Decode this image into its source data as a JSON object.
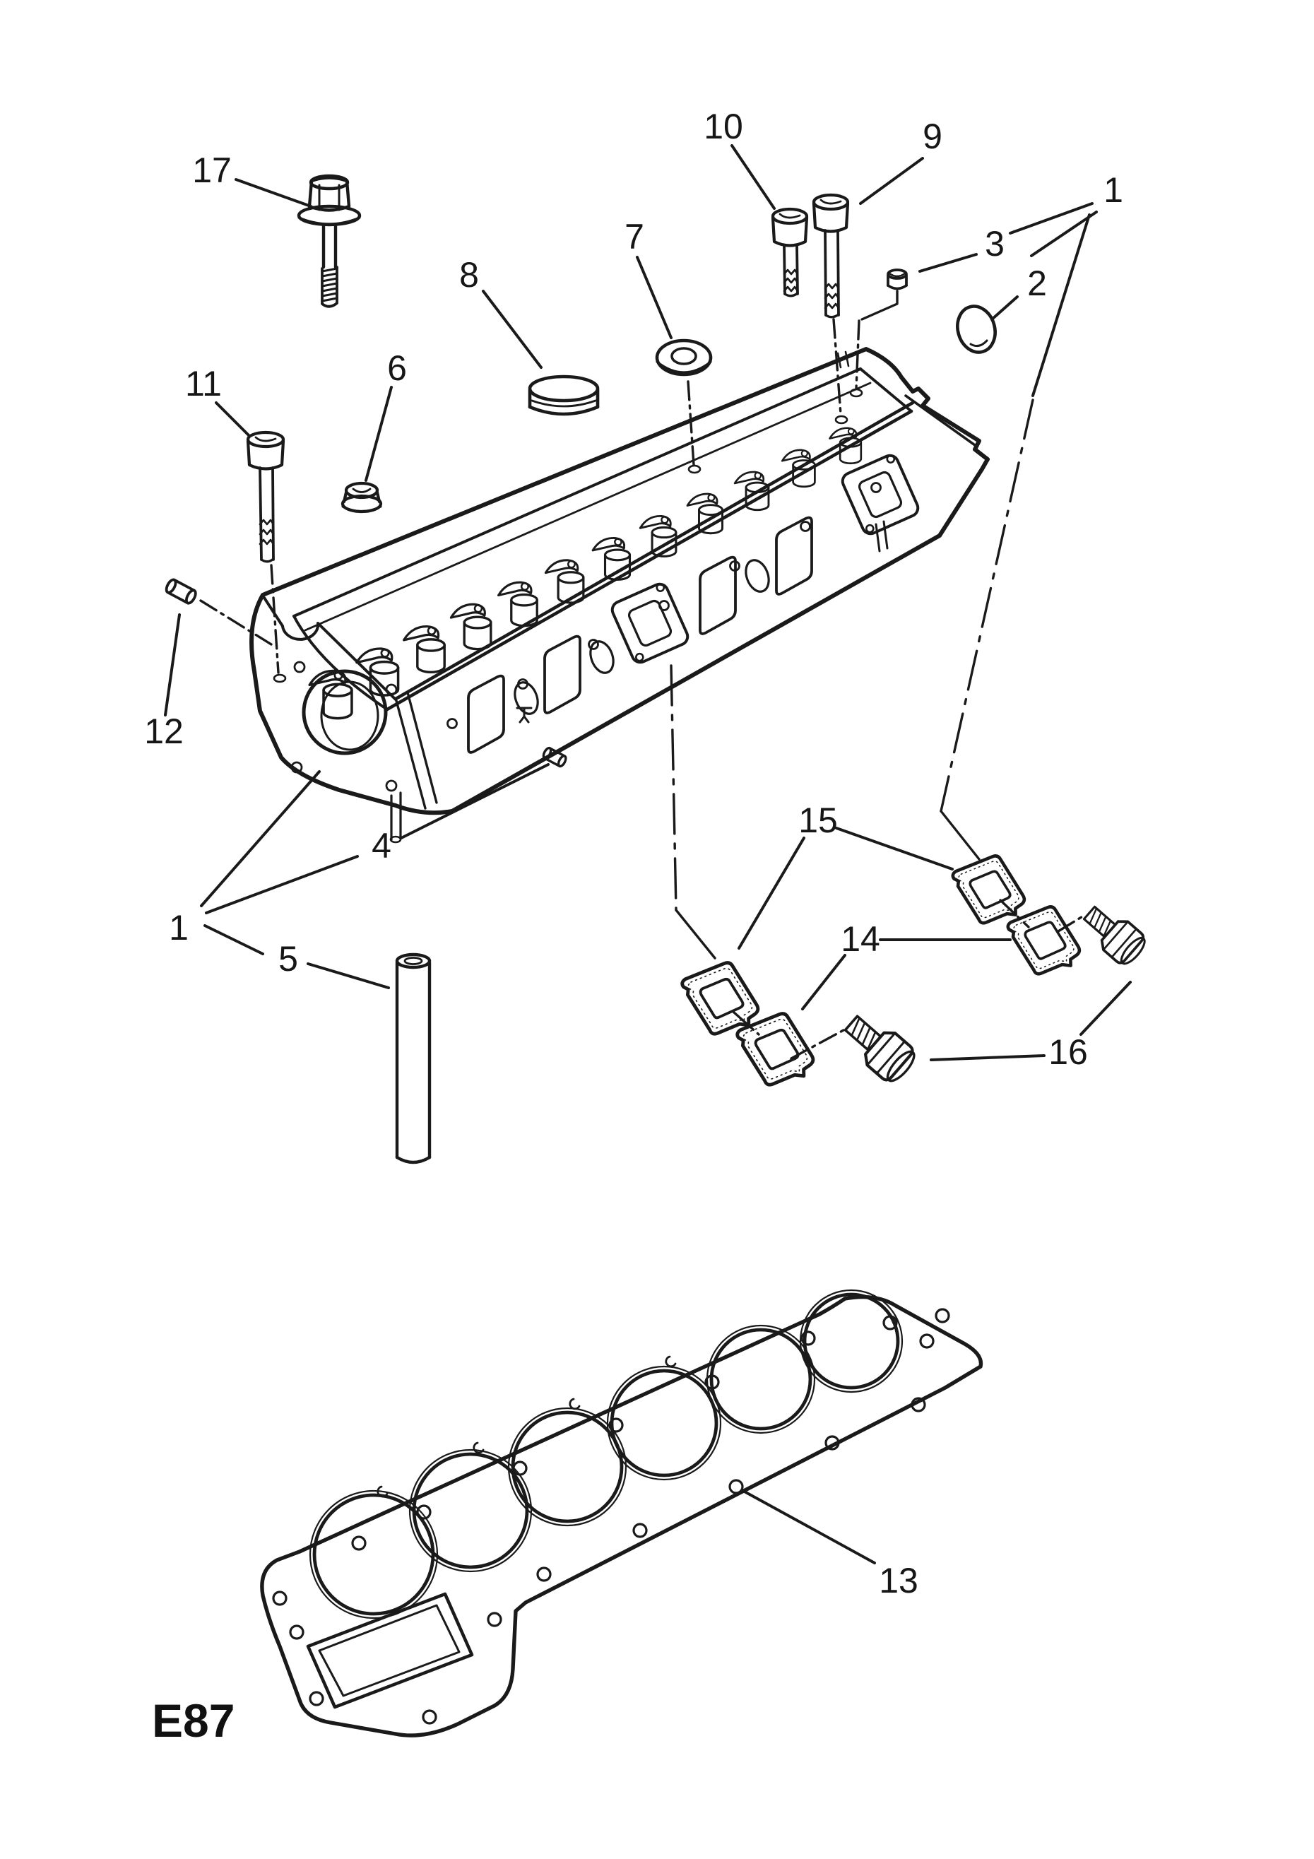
{
  "figure": {
    "code": "E87"
  },
  "callouts": [
    {
      "id": "17",
      "label": "17"
    },
    {
      "id": "10",
      "label": "10"
    },
    {
      "id": "9",
      "label": "9"
    },
    {
      "id": "1-top",
      "label": "1"
    },
    {
      "id": "3",
      "label": "3"
    },
    {
      "id": "2",
      "label": "2"
    },
    {
      "id": "8",
      "label": "8"
    },
    {
      "id": "7",
      "label": "7"
    },
    {
      "id": "6",
      "label": "6"
    },
    {
      "id": "11",
      "label": "11"
    },
    {
      "id": "12",
      "label": "12"
    },
    {
      "id": "4",
      "label": "4"
    },
    {
      "id": "1-bottom",
      "label": "1"
    },
    {
      "id": "5",
      "label": "5"
    },
    {
      "id": "15",
      "label": "15"
    },
    {
      "id": "14",
      "label": "14"
    },
    {
      "id": "16",
      "label": "16"
    },
    {
      "id": "13",
      "label": "13"
    }
  ],
  "colors": {
    "ink": "#1a1a1a",
    "paper": "#ffffff"
  }
}
